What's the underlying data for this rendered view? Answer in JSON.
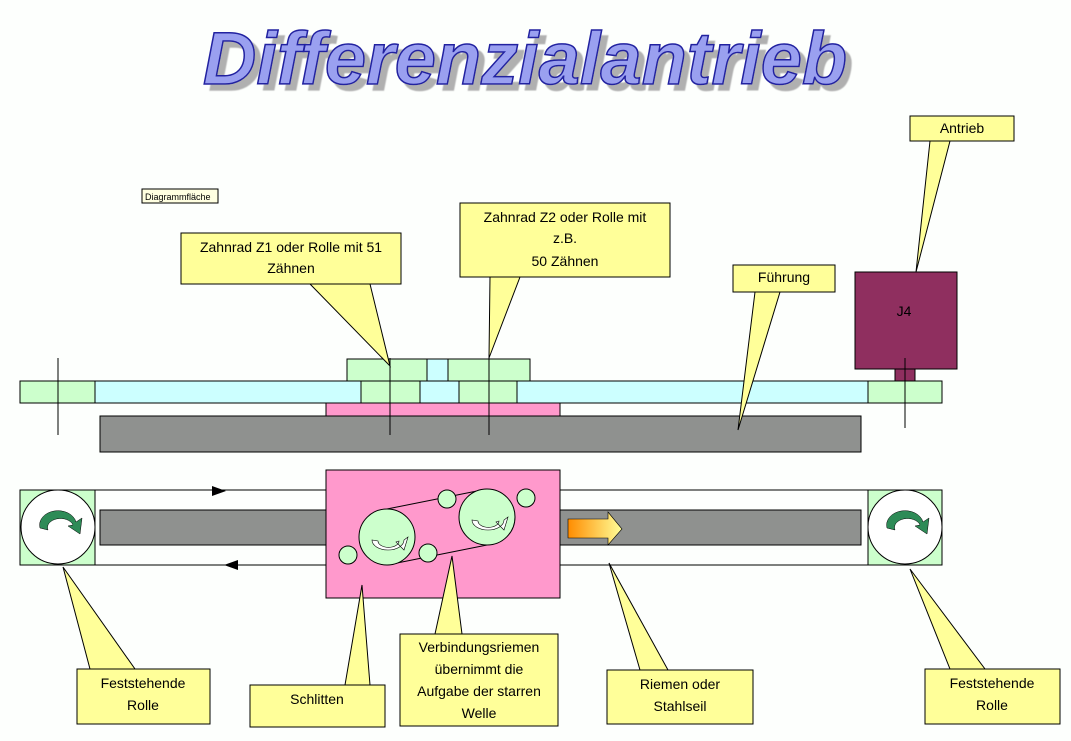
{
  "title": "Differenzialantrieb",
  "diagram_area_label": "Diagrammfläche",
  "motor_label": "J4",
  "callouts": {
    "antrieb": [
      "Antrieb"
    ],
    "z2": [
      "Zahnrad  Z2 oder Rolle mit",
      "z.B.",
      "50 Zähnen"
    ],
    "z1": [
      "Zahnrad Z1 oder Rolle mit 51",
      "Zähnen"
    ],
    "fuehrung": [
      "Führung"
    ],
    "rolle_left": [
      "Feststehende",
      "Rolle"
    ],
    "schlitten": [
      "Schlitten"
    ],
    "riemen_verbindung": [
      "Verbindungsriemen",
      "übernimmt die",
      "Aufgabe der starren",
      "Welle"
    ],
    "stahlseil": [
      "Riemen oder",
      "Stahlseil"
    ],
    "rolle_right": [
      "Feststehende",
      "Rolle"
    ]
  },
  "colors": {
    "callout": "#ffff99",
    "rail": "#ccffff",
    "gear": "#ccffcc",
    "slider": "#ff99cc",
    "guide": "#8f918f",
    "motor": "#8f2f5f"
  }
}
